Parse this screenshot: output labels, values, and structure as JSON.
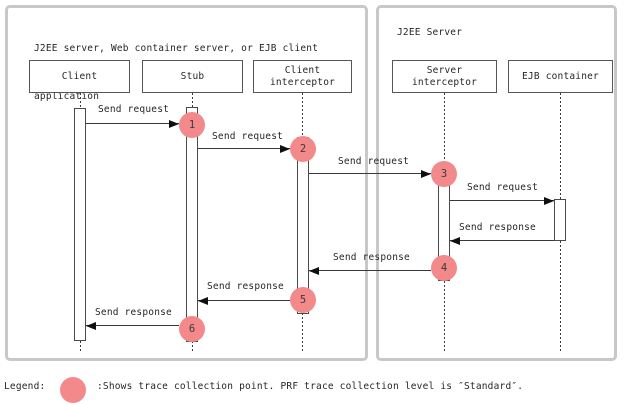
{
  "left_panel": {
    "title_line1": "J2EE server, Web container server, or EJB client",
    "title_line2": "application",
    "participants": [
      "Client",
      "Stub",
      "Client interceptor"
    ]
  },
  "right_panel": {
    "title": "J2EE Server",
    "participants": [
      "Server interceptor",
      "EJB container"
    ]
  },
  "participants": {
    "client": "Client",
    "stub": "Stub",
    "client_interceptor_line1": "Client",
    "client_interceptor_line2": "interceptor",
    "server_interceptor_line1": "Server",
    "server_interceptor_line2": "interceptor",
    "ejb_container": "EJB container"
  },
  "messages": [
    {
      "label": "Send request",
      "from": "Client",
      "to": "Stub"
    },
    {
      "label": "Send request",
      "from": "Stub",
      "to": "Client interceptor"
    },
    {
      "label": "Send request",
      "from": "Client interceptor",
      "to": "Server interceptor"
    },
    {
      "label": "Send request",
      "from": "Server interceptor",
      "to": "EJB container"
    },
    {
      "label": "Send response",
      "from": "EJB container",
      "to": "Server interceptor"
    },
    {
      "label": "Send response",
      "from": "Server interceptor",
      "to": "Client interceptor"
    },
    {
      "label": "Send response",
      "from": "Client interceptor",
      "to": "Stub"
    },
    {
      "label": "Send response",
      "from": "Stub",
      "to": "Client"
    }
  ],
  "trace_points": [
    {
      "number": "1",
      "location": "Stub"
    },
    {
      "number": "2",
      "location": "Client interceptor"
    },
    {
      "number": "3",
      "location": "Server interceptor"
    },
    {
      "number": "4",
      "location": "Server interceptor"
    },
    {
      "number": "5",
      "location": "Client interceptor"
    },
    {
      "number": "6",
      "location": "Stub"
    }
  ],
  "legend": {
    "label": "Legend:",
    "description": ":Shows trace collection point. PRF trace collection level is ″Standard″."
  },
  "colors": {
    "trace_point_fill": "#f4898b",
    "panel_border": "#c8c8c8",
    "box_border": "#565656",
    "arrow": "#101010"
  }
}
